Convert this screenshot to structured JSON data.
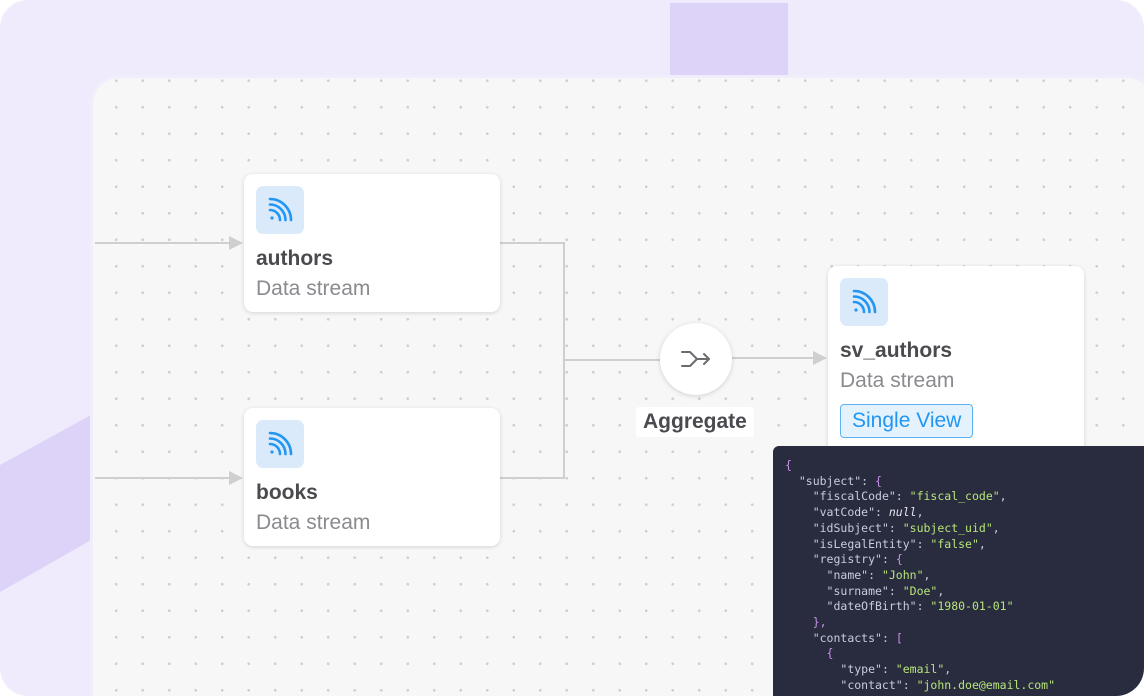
{
  "nodes": {
    "authors": {
      "title": "authors",
      "subtitle": "Data stream",
      "icon": "rss-icon"
    },
    "books": {
      "title": "books",
      "subtitle": "Data stream",
      "icon": "rss-icon"
    },
    "sv_authors": {
      "title": "sv_authors",
      "subtitle": "Data stream",
      "badge": "Single View",
      "icon": "rss-icon"
    }
  },
  "aggregate": {
    "label": "Aggregate",
    "icon": "merge-arrow-icon"
  },
  "code_sample": {
    "lines": [
      [
        [
          "{",
          "brace"
        ]
      ],
      [
        [
          "  ",
          "key"
        ],
        [
          "\"subject\"",
          "key"
        ],
        [
          ": ",
          "key"
        ],
        [
          "{",
          "brace"
        ]
      ],
      [
        [
          "    ",
          "key"
        ],
        [
          "\"fiscalCode\"",
          "key"
        ],
        [
          ": ",
          "key"
        ],
        [
          "\"fiscal_code\"",
          "str"
        ],
        [
          ",",
          "key"
        ]
      ],
      [
        [
          "    ",
          "key"
        ],
        [
          "\"vatCode\"",
          "key"
        ],
        [
          ": ",
          "key"
        ],
        [
          "null",
          "null"
        ],
        [
          ",",
          "key"
        ]
      ],
      [
        [
          "    ",
          "key"
        ],
        [
          "\"idSubject\"",
          "key"
        ],
        [
          ": ",
          "key"
        ],
        [
          "\"subject_uid\"",
          "str"
        ],
        [
          ",",
          "key"
        ]
      ],
      [
        [
          "    ",
          "key"
        ],
        [
          "\"isLegalEntity\"",
          "key"
        ],
        [
          ": ",
          "key"
        ],
        [
          "\"false\"",
          "str"
        ],
        [
          ",",
          "key"
        ]
      ],
      [
        [
          "    ",
          "key"
        ],
        [
          "\"registry\"",
          "key"
        ],
        [
          ": ",
          "key"
        ],
        [
          "{",
          "brace"
        ]
      ],
      [
        [
          "      ",
          "key"
        ],
        [
          "\"name\"",
          "key"
        ],
        [
          ": ",
          "key"
        ],
        [
          "\"John\"",
          "str"
        ],
        [
          ",",
          "key"
        ]
      ],
      [
        [
          "      ",
          "key"
        ],
        [
          "\"surname\"",
          "key"
        ],
        [
          ": ",
          "key"
        ],
        [
          "\"Doe\"",
          "str"
        ],
        [
          ",",
          "key"
        ]
      ],
      [
        [
          "      ",
          "key"
        ],
        [
          "\"dateOfBirth\"",
          "key"
        ],
        [
          ": ",
          "key"
        ],
        [
          "\"1980-01-01\"",
          "str"
        ]
      ],
      [
        [
          "    ",
          "key"
        ],
        [
          "},",
          "brace"
        ]
      ],
      [
        [
          "    ",
          "key"
        ],
        [
          "\"contacts\"",
          "key"
        ],
        [
          ": ",
          "key"
        ],
        [
          "[",
          "brace"
        ]
      ],
      [
        [
          "      ",
          "key"
        ],
        [
          "{",
          "brace"
        ]
      ],
      [
        [
          "        ",
          "key"
        ],
        [
          "\"type\"",
          "key"
        ],
        [
          ": ",
          "key"
        ],
        [
          "\"email\"",
          "str"
        ],
        [
          ",",
          "key"
        ]
      ],
      [
        [
          "        ",
          "key"
        ],
        [
          "\"contact\"",
          "key"
        ],
        [
          ": ",
          "key"
        ],
        [
          "\"john.doe@email.com\"",
          "str"
        ]
      ]
    ]
  },
  "colors": {
    "background": "#efeafc",
    "canvas": "#f7f7f7",
    "connector": "#cfcfcf",
    "icon_bg": "#dbeafb",
    "icon_fg": "#2196f3",
    "code_bg": "#292b3e"
  }
}
